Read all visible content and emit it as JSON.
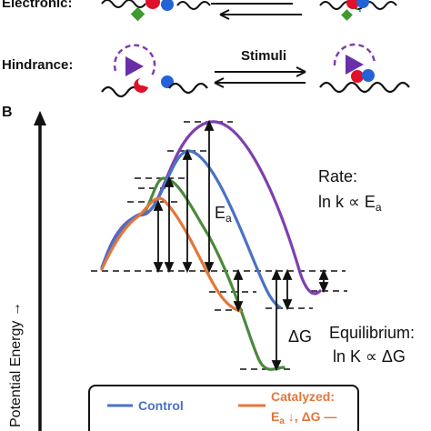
{
  "panel_a": {
    "electronic_label": "Electronic:",
    "hindrance_label": "Hindrance:",
    "arrow_label": "Stimuli"
  },
  "panel_b": {
    "panel_letter": "B",
    "y_axis_label": "Potential Energy →",
    "rate_line1": "Rate:",
    "rate_line2": "ln k ∝ E",
    "rate_sub": "a",
    "ea_main": "E",
    "ea_sub": "a",
    "dg_label": "ΔG",
    "eq_line1": "Equilibrium:",
    "eq_line2": "ln K ∝ ΔG"
  },
  "legend": {
    "control": "Control",
    "catalyzed_line1": "Catalyzed:",
    "catalyzed_line2": "E",
    "catalyzed_sub": "a",
    "catalyzed_tail": " ↓, ΔG —"
  },
  "colors": {
    "control": "#4a72c4",
    "catalyzed": "#e4763a",
    "green": "#4b8a3c",
    "purple": "#7e3fb0",
    "red": "#e0102a",
    "blue_ball": "#2462d8",
    "diamond": "#3f9a2f",
    "triangle": "#6a2fa8"
  }
}
